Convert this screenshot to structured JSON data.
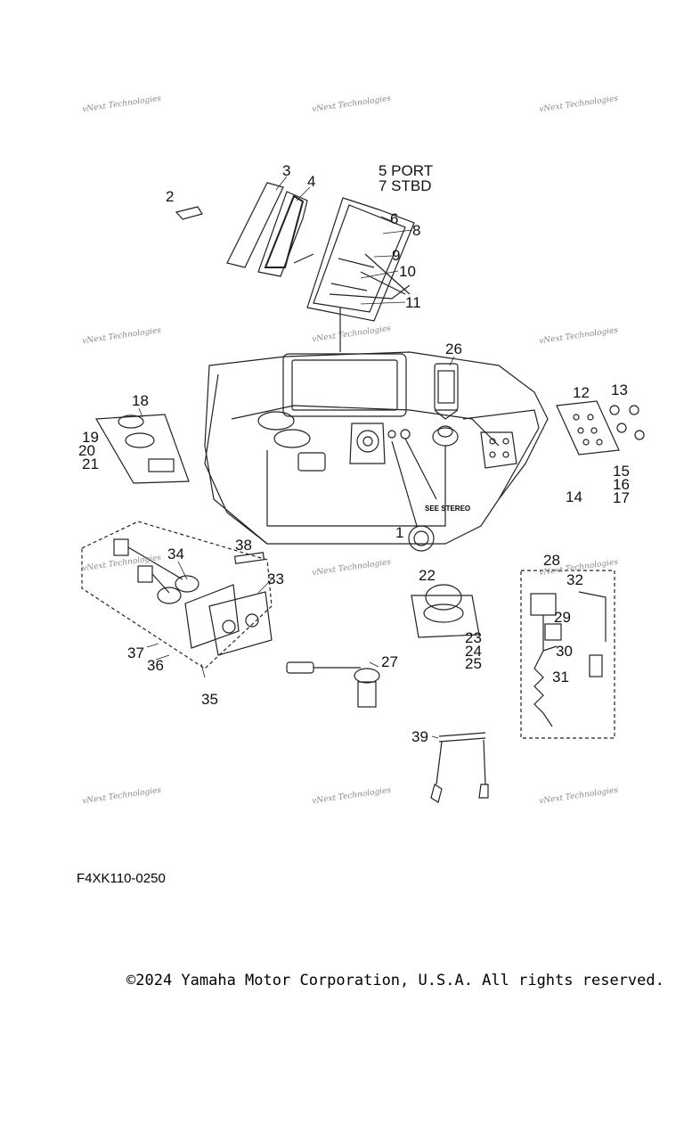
{
  "diagram_code": "F4XK110-0250",
  "copyright": "©2024 Yamaha Motor Corporation, U.S.A. All rights reserved.",
  "watermark_text": "vNext Technologies",
  "see_stereo_label": "SEE STEREO",
  "callouts": {
    "c1": "1",
    "c2": "2",
    "c3": "3",
    "c4": "4",
    "c5": "5 PORT",
    "c7": "7 STBD",
    "c6": "6",
    "c8": "8",
    "c9": "9",
    "c10": "10",
    "c11": "11",
    "c12": "12",
    "c13": "13",
    "c14": "14",
    "c15": "15",
    "c16": "16",
    "c17": "17",
    "c18": "18",
    "c19": "19",
    "c20": "20",
    "c21": "21",
    "c22": "22",
    "c23": "23",
    "c24": "24",
    "c25": "25",
    "c26": "26",
    "c27": "27",
    "c28": "28",
    "c29": "29",
    "c30": "30",
    "c31": "31",
    "c32": "32",
    "c33": "33",
    "c34": "34",
    "c35": "35",
    "c36": "36",
    "c37": "37",
    "c38": "38",
    "c39": "39"
  }
}
